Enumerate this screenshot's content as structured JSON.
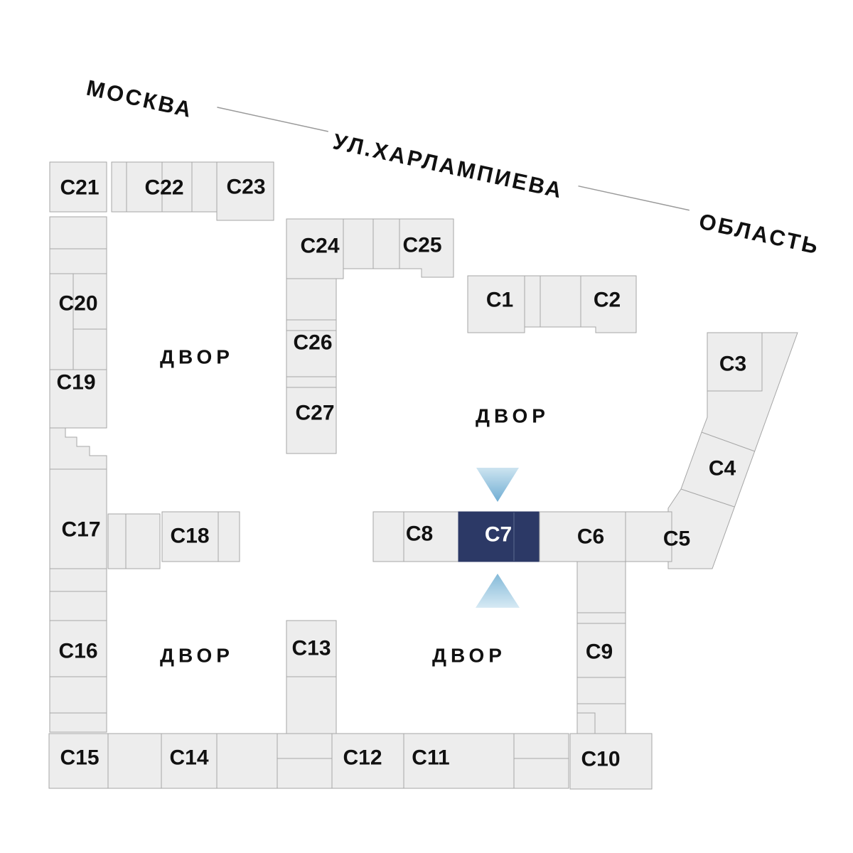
{
  "street": {
    "city": "МОСКВА",
    "name": "УЛ.ХАРЛАМПИЕВА",
    "region": "ОБЛАСТЬ"
  },
  "courtyards": {
    "top_left": "ДВОР",
    "center": "ДВОР",
    "bottom_left": "ДВОР",
    "bottom_center": "ДВОР"
  },
  "selected_building": "С7",
  "buildings": {
    "c1": {
      "label": "С1"
    },
    "c2": {
      "label": "С2"
    },
    "c3": {
      "label": "С3"
    },
    "c4": {
      "label": "С4"
    },
    "c5": {
      "label": "С5"
    },
    "c6": {
      "label": "С6"
    },
    "c7": {
      "label": "С7"
    },
    "c8": {
      "label": "С8"
    },
    "c9": {
      "label": "С9"
    },
    "c10": {
      "label": "С10"
    },
    "c11": {
      "label": "С11"
    },
    "c12": {
      "label": "С12"
    },
    "c13": {
      "label": "С13"
    },
    "c14": {
      "label": "С14"
    },
    "c15": {
      "label": "С15"
    },
    "c16": {
      "label": "С16"
    },
    "c17": {
      "label": "С17"
    },
    "c18": {
      "label": "С18"
    },
    "c19": {
      "label": "С19"
    },
    "c20": {
      "label": "С20"
    },
    "c21": {
      "label": "С21"
    },
    "c22": {
      "label": "С22"
    },
    "c23": {
      "label": "С23"
    },
    "c24": {
      "label": "С24"
    },
    "c25": {
      "label": "С25"
    },
    "c26": {
      "label": "С26"
    },
    "c27": {
      "label": "С27"
    }
  },
  "colors": {
    "background": "#ffffff",
    "building_fill": "#ededed",
    "building_stroke": "#a6a6a6",
    "selected_fill": "#2c3966",
    "selected_divider": "#4d5a82",
    "selected_text": "#ffffff",
    "label_text": "#111111",
    "street_text": "#111111",
    "street_line": "#9a9a9a",
    "arrow_light": "#cde4f0",
    "arrow_dark": "#6fadd3",
    "arrow_up_light": "#d6e9f4",
    "arrow_up_dark": "#83b9d8"
  }
}
